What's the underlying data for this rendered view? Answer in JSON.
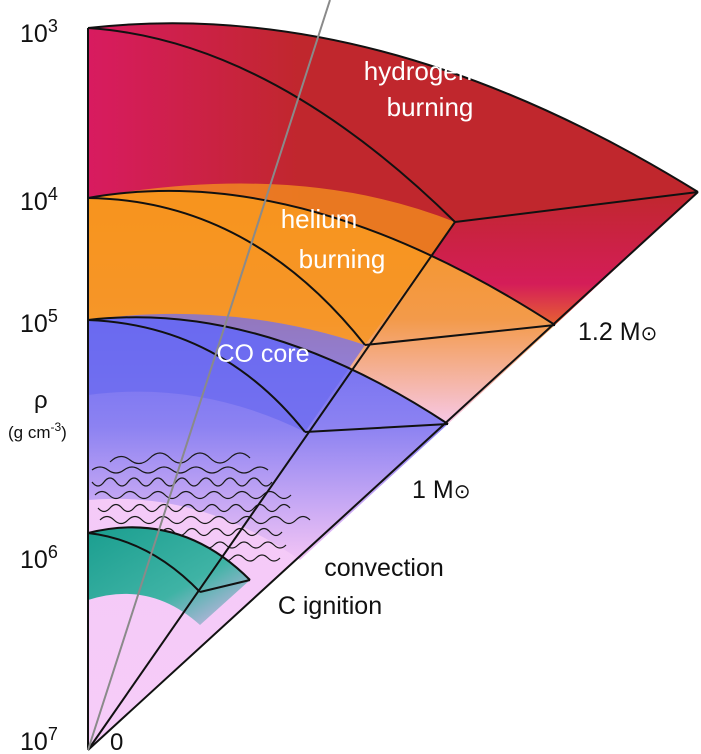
{
  "axis": {
    "ticks": [
      {
        "base": "10",
        "exp": "3"
      },
      {
        "base": "10",
        "exp": "4"
      },
      {
        "base": "10",
        "exp": "5"
      },
      {
        "base": "10",
        "exp": "6"
      },
      {
        "base": "10",
        "exp": "7"
      }
    ],
    "rho_symbol": "ρ",
    "unit_prefix": "(g cm",
    "unit_exp": "-3",
    "unit_suffix": ")"
  },
  "layers": {
    "hydrogen": {
      "line1": "hydrogen",
      "line2": "burning",
      "color": "#c0272d",
      "accent": "#d81b60"
    },
    "helium": {
      "line1": "helium",
      "line2": "burning",
      "color": "#f7941d"
    },
    "co": {
      "label": "CO core",
      "color": "#6a6af0"
    },
    "convection": {
      "label": "convection"
    },
    "carbon": {
      "label": "C ignition",
      "color": "#1a9e8f"
    }
  },
  "masses": {
    "zero": "0",
    "one": "1 M",
    "one_two": "1.2 M",
    "sun_symbol": "⊙"
  }
}
